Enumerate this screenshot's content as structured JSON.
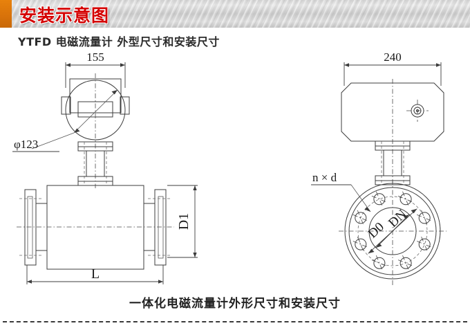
{
  "banner": {
    "title": "安装示意图",
    "accent_color": "#d9730a",
    "title_color": "#d40000"
  },
  "subtitle": "YTFD 电磁流量计 外型尺寸和安装尺寸",
  "caption": "一体化电磁流量计外形尺寸和安装尺寸",
  "left_view": {
    "name": "front-view",
    "dimensions": {
      "width_top": "155",
      "diameter_head": "φ123",
      "length": "L",
      "flange_diameter": "D1"
    }
  },
  "right_view": {
    "name": "side-view",
    "dimensions": {
      "width_top": "240",
      "bolt_note": "n × d",
      "bolt_circle": "D0",
      "bore": "DN"
    }
  },
  "colors": {
    "line": "#3c3c3c",
    "centerline": "#4a4a4a",
    "hidden": "#6b6b6b",
    "text": "#1a1a1a"
  }
}
